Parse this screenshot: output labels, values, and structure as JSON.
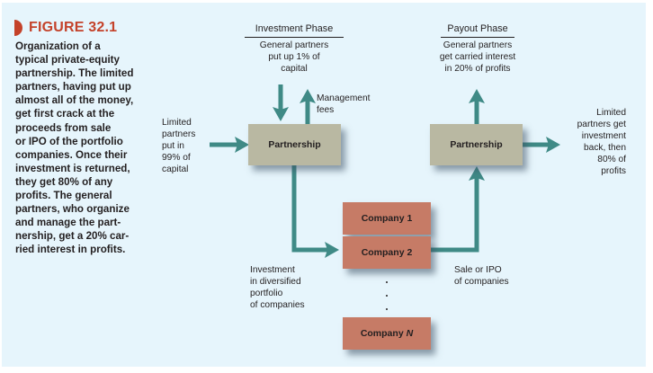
{
  "figure": {
    "label": "FIGURE 32.1",
    "accent_color": "#c4422a",
    "caption": "Organization of a\ntypical private-equity\npartnership. The limited\npartners, having put up\nalmost all of the money,\nget first crack at the\nproceeds from sale\nor IPO of the portfolio\ncompanies. Once their\ninvestment is returned,\nthey get 80% of any\nprofits. The general\npartners, who organize\nand manage the part-\nnership, get a 20% car-\nried interest in profits."
  },
  "diagram": {
    "colors": {
      "background": "#e6f5fc",
      "arrow": "#3f8a86",
      "partnership_box": "#b9b8a2",
      "company_box": "#c67b66"
    },
    "investment_phase": {
      "heading": "Investment Phase",
      "general_partners_note": "General partners\nput up 1% of\ncapital",
      "management_fees": "Management\nfees",
      "limited_partners_note": "Limited\npartners\nput in\n99% of\ncapital",
      "box_label": "Partnership",
      "investment_note": "Investment\nin diversified\nportfolio\nof companies"
    },
    "payout_phase": {
      "heading": "Payout Phase",
      "general_partners_note": "General partners\nget carried interest\nin 20% of profits",
      "limited_partners_note": "Limited\npartners get\ninvestment\nback, then\n80% of\nprofits",
      "box_label": "Partnership",
      "sale_note": "Sale or IPO\nof companies"
    },
    "companies": [
      {
        "label": "Company 1"
      },
      {
        "label": "Company 2"
      },
      {
        "label": "Company ",
        "suffix_italic": "N"
      }
    ]
  }
}
